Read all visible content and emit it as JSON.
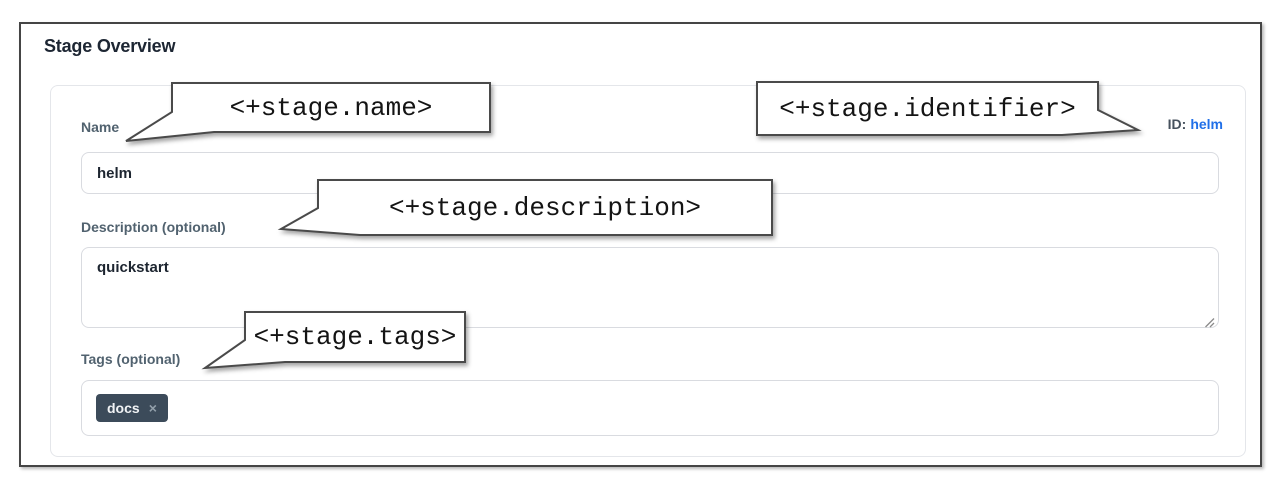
{
  "page": {
    "title": "Stage Overview"
  },
  "identifier": {
    "label": "ID:",
    "value": "helm"
  },
  "form": {
    "name": {
      "label": "Name",
      "value": "helm"
    },
    "description": {
      "label": "Description (optional)",
      "value": "quickstart"
    },
    "tags": {
      "label": "Tags (optional)",
      "chips": [
        {
          "label": "docs",
          "remove_icon": "×"
        }
      ]
    }
  },
  "callouts": [
    {
      "text": "<+stage.name>"
    },
    {
      "text": "<+stage.identifier>"
    },
    {
      "text": "<+stage.description>"
    },
    {
      "text": "<+stage.tags>"
    }
  ],
  "colors": {
    "title": "#1d2633",
    "label": "#51626f",
    "id_link": "#2170e8",
    "input_border": "#d9dbe0",
    "chip_background": "#3c4b5a",
    "chip_text": "#f1f3f5",
    "callout_border": "#4a4a4a",
    "frame_border": "#454545"
  }
}
